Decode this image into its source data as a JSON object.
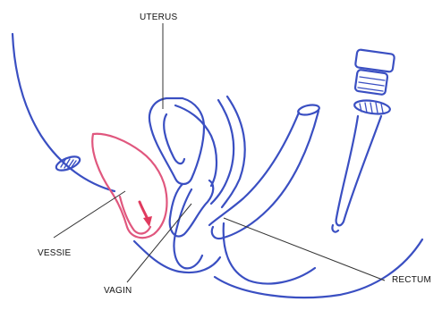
{
  "labels": {
    "uterus": "UTERUS",
    "vessie": "VESSIE",
    "vagin": "VAGIN",
    "rectum": "RECTUM"
  },
  "colors": {
    "anatomy": "#3a4fc2",
    "bladder": "#e0577e",
    "arrow": "#e03a5e",
    "leader": "#333333",
    "background": "#ffffff"
  }
}
